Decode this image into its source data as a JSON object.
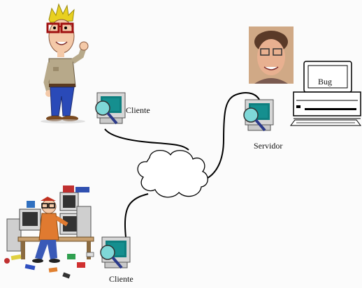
{
  "nodes": {
    "client_top": {
      "label": "Cliente"
    },
    "client_bottom": {
      "label": "Cliente"
    },
    "server": {
      "label": "Servidor"
    },
    "bug_terminal": {
      "label": "Bug"
    }
  },
  "network": {
    "icon": "cloud-icon"
  },
  "icons": {
    "workstation": "computer-magnifier-icon",
    "user_top": "cartoon-man-waving",
    "user_bottom": "cartoon-man-at-cluttered-desk",
    "server_admin": "photo-man-with-glasses",
    "terminal": "computer-terminal-icon"
  },
  "colors": {
    "background": "#fbfbfb",
    "monitor": "#d8d8d8",
    "screen_teal": "#0e7f7f",
    "magnifier_glass": "#7fd8d8",
    "line": "#000000"
  }
}
